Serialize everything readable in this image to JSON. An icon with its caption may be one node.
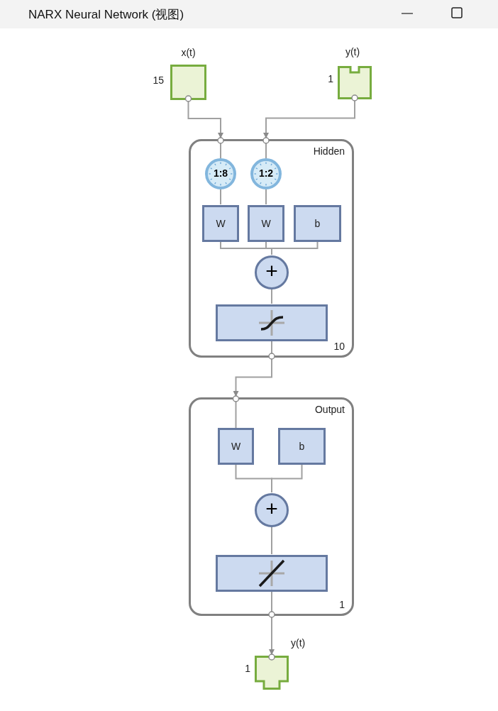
{
  "diagram": {
    "title": "NARX Neural Network (视图)",
    "nodes": [
      {
        "text": [
          "x(t)"
        ],
        "beside": [
          "15"
        ]
      },
      {
        "text": [
          "y(t)"
        ],
        "beside": [
          "1"
        ]
      },
      {
        "text": [
          "Hidden",
          "10"
        ]
      },
      {
        "text": [
          "1:8"
        ],
        "in": 2
      },
      {
        "text": [
          "1:2"
        ],
        "in": 2
      },
      {
        "text": [
          "W"
        ],
        "in": 2
      },
      {
        "text": [
          "W"
        ],
        "in": 2
      },
      {
        "text": [
          "b"
        ],
        "in": 2
      },
      {
        "text": [
          "+"
        ],
        "in": 2
      },
      {
        "text": [],
        "shape": "box",
        "in": 2
      },
      {
        "text": [
          "Output",
          "1"
        ]
      },
      {
        "text": [
          "W"
        ],
        "in": 10
      },
      {
        "text": [
          "b"
        ],
        "in": 10
      },
      {
        "text": [
          "+"
        ],
        "in": 10
      },
      {
        "text": [],
        "shape": "box",
        "in": 10
      },
      {
        "text": [
          "y(t)"
        ],
        "beside": [
          "1"
        ]
      }
    ],
    "edges": [
      {
        "from": 0,
        "to": 2,
        "arrow": "to"
      },
      {
        "from": 1,
        "to": 2,
        "arrow": "to"
      },
      {
        "from": 2,
        "to": 3,
        "arrow": "none"
      },
      {
        "from": 2,
        "to": 4,
        "arrow": "none"
      },
      {
        "from": 3,
        "to": 5,
        "arrow": "none"
      },
      {
        "from": 4,
        "to": 6,
        "arrow": "none"
      },
      {
        "from": 5,
        "to": 8,
        "arrow": "none"
      },
      {
        "from": 6,
        "to": 8,
        "arrow": "none"
      },
      {
        "from": 7,
        "to": 8,
        "arrow": "none"
      },
      {
        "from": 8,
        "to": 9,
        "arrow": "none"
      },
      {
        "from": 9,
        "to": 2,
        "arrow": "none"
      },
      {
        "from": 2,
        "to": 10,
        "arrow": "to"
      },
      {
        "from": 10,
        "to": 11,
        "arrow": "none"
      },
      {
        "from": 11,
        "to": 13,
        "arrow": "none"
      },
      {
        "from": 12,
        "to": 13,
        "arrow": "none"
      },
      {
        "from": 13,
        "to": 14,
        "arrow": "none"
      },
      {
        "from": 14,
        "to": 10,
        "arrow": "none"
      },
      {
        "from": 10,
        "to": 15,
        "arrow": "to"
      }
    ]
  }
}
